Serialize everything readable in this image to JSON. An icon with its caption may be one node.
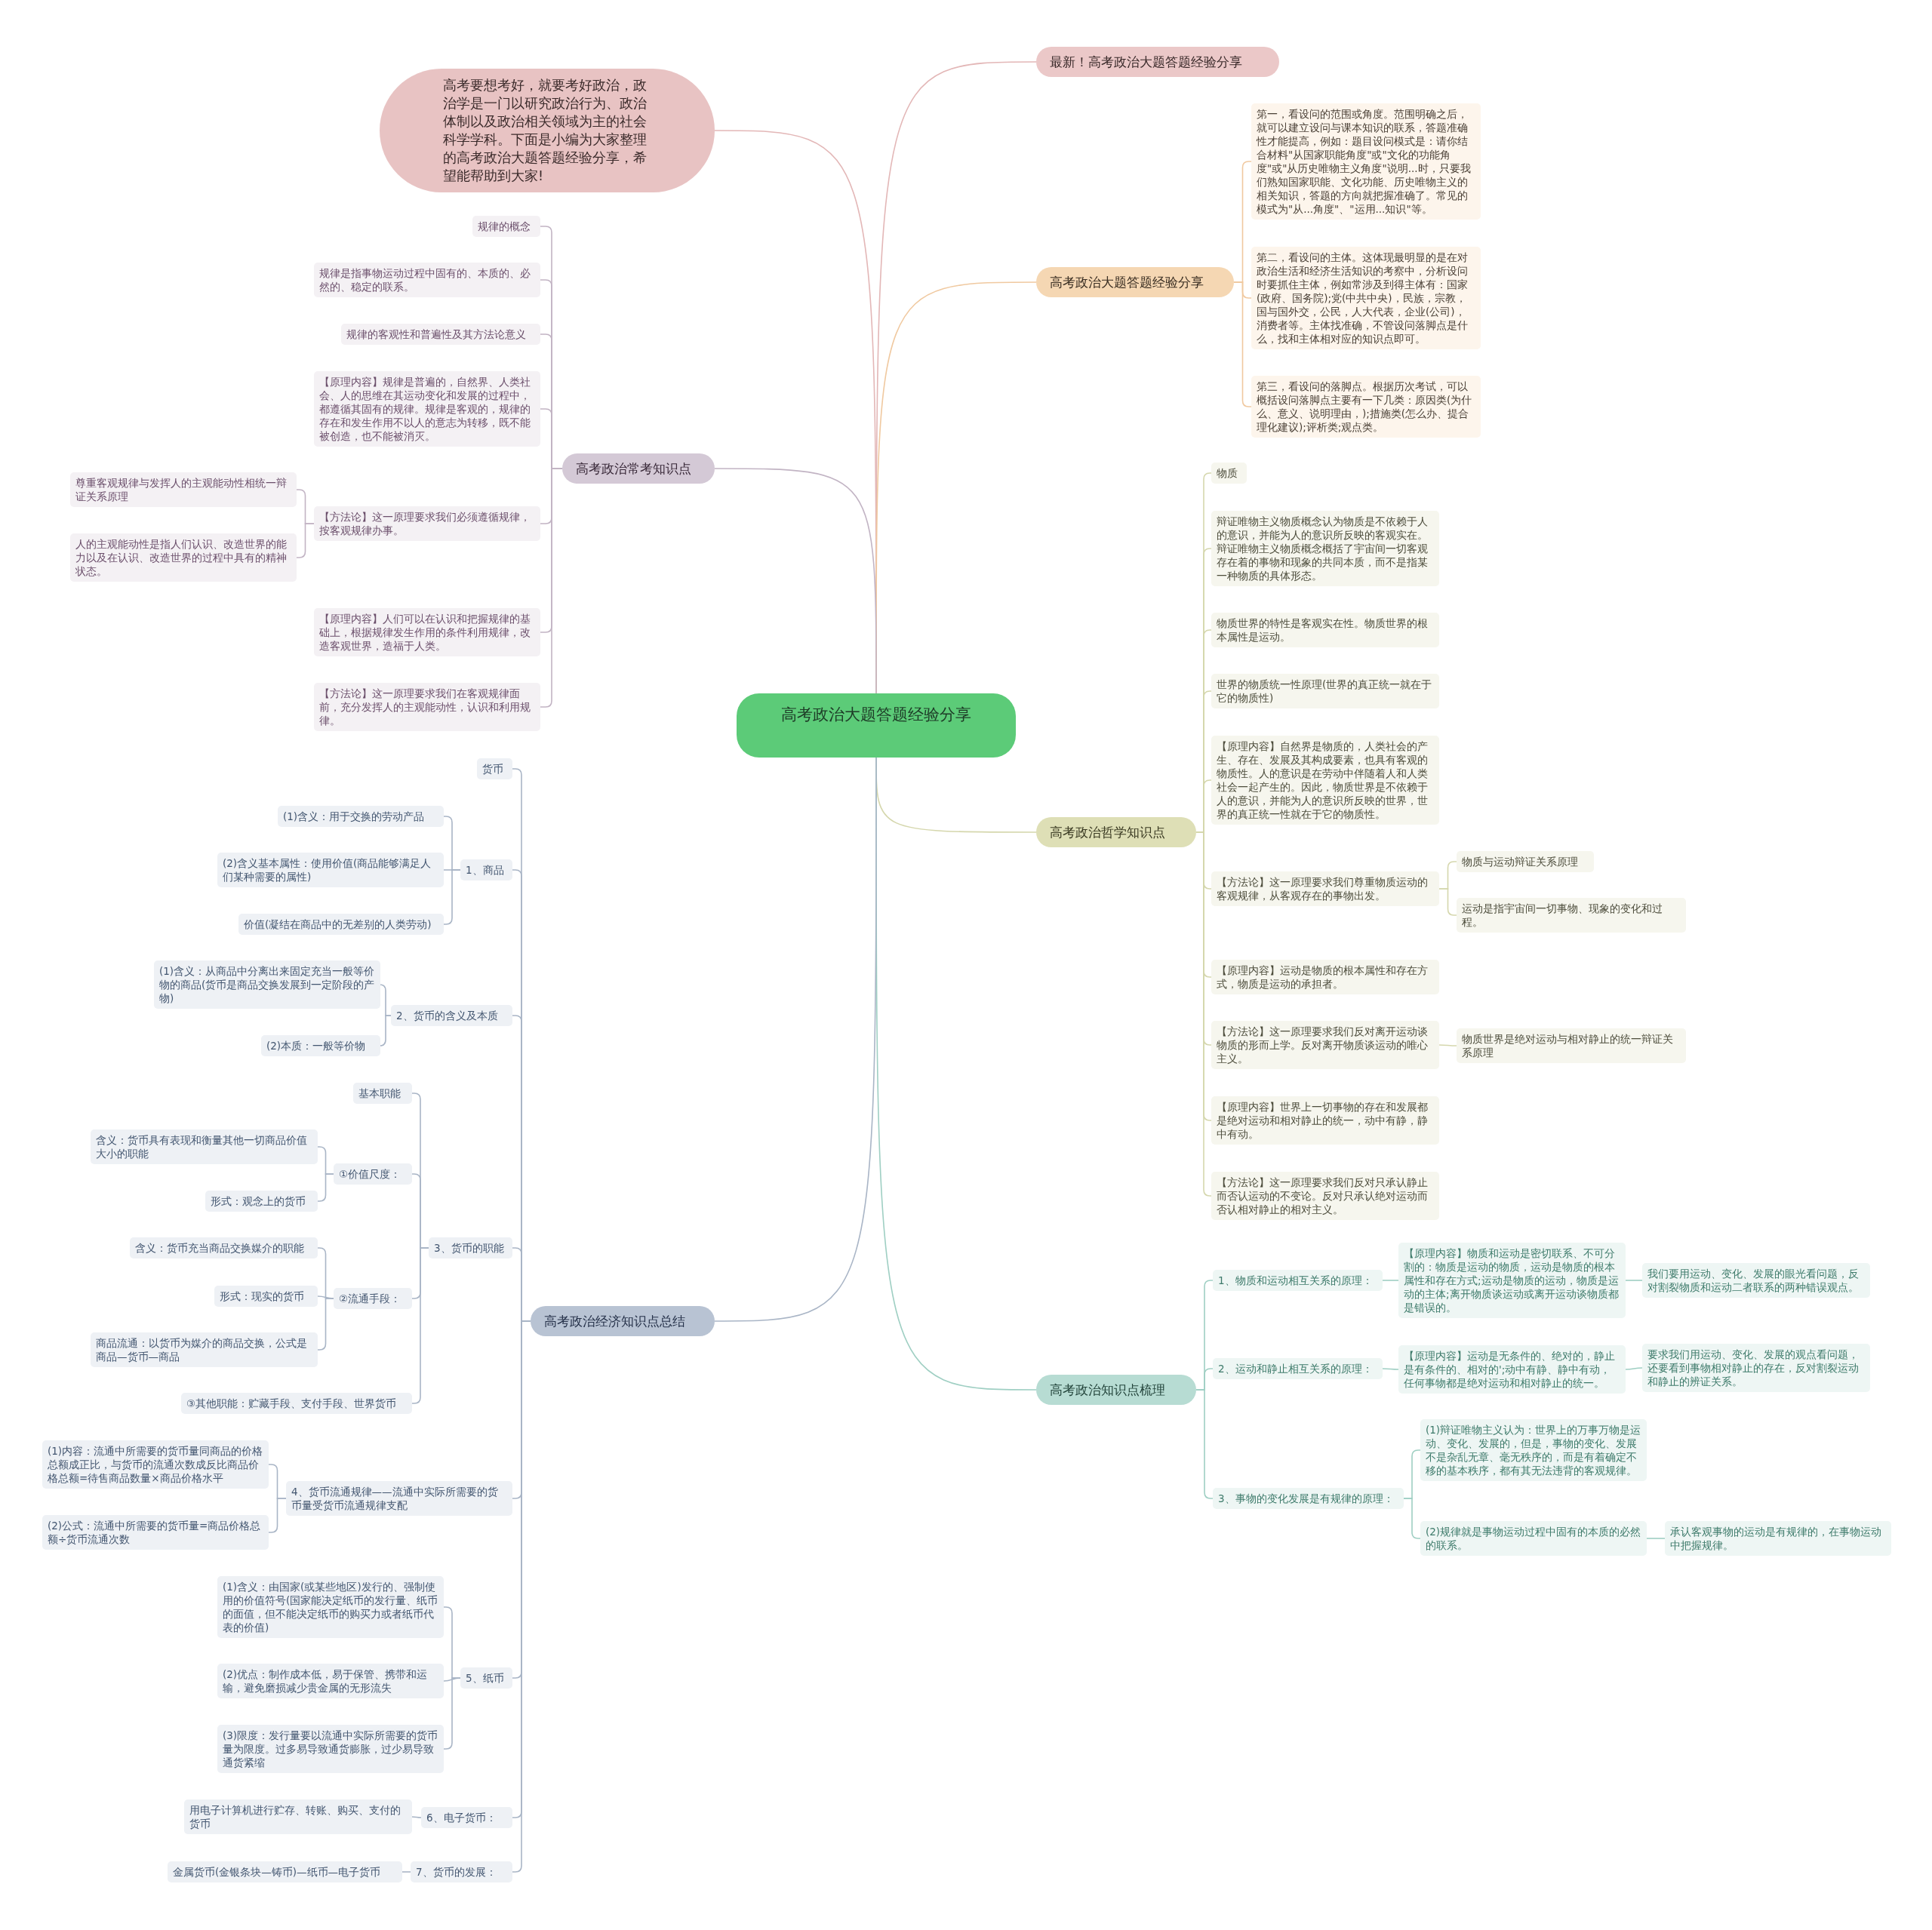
{
  "diagram": {
    "nodes": [
      {
        "text": [
          "高考政治大题答题经验分享"
        ]
      },
      {
        "text": [
          "高考要想考好，就要考好政治，政治学是一门以研究政治行为、政治体制以及政治相关领域为主的社会科学学科。下面是小编为大家整理的高考政治大题答题经验分享，希望能帮助到大家!"
        ]
      },
      {
        "text": [
          "最新！高考政治大题答题经验分享"
        ]
      },
      {
        "text": [
          "高考政治大题答题经验分享"
        ]
      },
      {
        "text": [
          "第一，看设问的范围或角度。范围明确之后，就可以建立设问与课本知识的联系，答题准确性才能提高，例如：题目设问模式是：请你结合材料\"从国家职能角度\"或\"文化的功能角度\"或\"从历史唯物主义角度\"说明...时，只要我们熟知国家职能、文化功能、历史唯物主义的相关知识，答题的方向就把握准确了。常见的模式为\"从...角度\"、\"运用...知识\"等。"
        ]
      },
      {
        "text": [
          "第二，看设问的主体。这体现最明显的是在对政治生活和经济生活知识的考察中，分析设问时要抓住主体，例如常涉及到得主体有：国家(政府、国务院);党(中共中央)，民族，宗教，国与国外交，公民，人大代表，企业(公司)，消费者等。主体找准确，不管设问落脚点是什么，找和主体相对应的知识点即可。"
        ]
      },
      {
        "text": [
          "第三，看设问的落脚点。根据历次考试，可以概括设问落脚点主要有一下几类：原因类(为什么、意义、说明理由，);措施类(怎么办、提合理化建议);评析类;观点类。"
        ]
      },
      {
        "text": [
          "高考政治哲学知识点"
        ]
      },
      {
        "text": [
          "物质"
        ]
      },
      {
        "text": [
          "辩证唯物主义物质概念认为物质是不依赖于人的意识，并能为人的意识所反映的客观实在。辩证唯物主义物质概念概括了宇宙间一切客观存在着的事物和现象的共同本质，而不是指某一种物质的具体形态。"
        ]
      },
      {
        "text": [
          "物质世界的特性是客观实在性。物质世界的根本属性是运动。"
        ]
      },
      {
        "text": [
          "世界的物质统一性原理(世界的真正统一就在于它的物质性)"
        ]
      },
      {
        "text": [
          "【原理内容】自然界是物质的，人类社会的产生、存在、发展及其构成要素，也具有客观的物质性。人的意识是在劳动中伴随着人和人类社会一起产生的。因此，物质世界是不依赖于人的意识，并能为人的意识所反映的世界，世界的真正统一性就在于它的物质性。"
        ]
      },
      {
        "text": [
          "【方法论】这一原理要求我们尊重物质运动的客观规律，从客观存在的事物出发。"
        ]
      },
      {
        "text": [
          "物质与运动辩证关系原理"
        ]
      },
      {
        "text": [
          "运动是指宇宙间一切事物、现象的变化和过程。"
        ]
      },
      {
        "text": [
          "【原理内容】运动是物质的根本属性和存在方式，物质是运动的承担者。"
        ]
      },
      {
        "text": [
          "【方法论】这一原理要求我们反对离开运动谈物质的形而上学。反对离开物质谈运动的唯心主义。"
        ]
      },
      {
        "text": [
          "物质世界是绝对运动与相对静止的统一辩证关系原理"
        ]
      },
      {
        "text": [
          "【原理内容】世界上一切事物的存在和发展都是绝对运动和相对静止的统一，动中有静，静中有动。"
        ]
      },
      {
        "text": [
          "【方法论】这一原理要求我们反对只承认静止而否认运动的不变论。反对只承认绝对运动而否认相对静止的相对主义。"
        ]
      },
      {
        "text": [
          "高考政治知识点梳理"
        ]
      },
      {
        "text": [
          "1、物质和运动相互关系的原理："
        ]
      },
      {
        "text": [
          "【原理内容】物质和运动是密切联系、不可分割的：物质是运动的物质，运动是物质的根本属性和存在方式;运动是物质的运动，物质是运动的主体;离开物质谈运动或离开运动谈物质都是错误的。"
        ]
      },
      {
        "text": [
          "我们要用运动、变化、发展的眼光看问题，反对割裂物质和运动二者联系的两种错误观点。"
        ]
      },
      {
        "text": [
          "2、运动和静止相互关系的原理："
        ]
      },
      {
        "text": [
          "【原理内容】运动是无条件的、绝对的，静止是有条件的、相对的';动中有静、静中有动，任何事物都是绝对运动和相对静止的统一。"
        ]
      },
      {
        "text": [
          "要求我们用运动、变化、发展的观点看问题，还要看到事物相对静止的存在，反对割裂运动和静止的辨证关系。"
        ]
      },
      {
        "text": [
          "3、事物的变化发展是有规律的原理："
        ]
      },
      {
        "text": [
          "(1)辩证唯物主义认为：世界上的万事万物是运动、变化、发展的，但是，事物的变化、发展不是杂乱无章、毫无秩序的，而是有着确定不移的基本秩序，都有其无法违背的客观规律。"
        ]
      },
      {
        "text": [
          "(2)规律就是事物运动过程中固有的本质的必然的联系。"
        ]
      },
      {
        "text": [
          "承认客观事物的运动是有规律的，在事物运动中把握规律。"
        ]
      },
      {
        "text": [
          "高考政治常考知识点"
        ]
      },
      {
        "text": [
          "规律的概念"
        ]
      },
      {
        "text": [
          "规律是指事物运动过程中固有的、本质的、必然的、稳定的联系。"
        ]
      },
      {
        "text": [
          "规律的客观性和普遍性及其方法论意义"
        ]
      },
      {
        "text": [
          "【原理内容】规律是普遍的，自然界、人类社会、人的思维在其运动变化和发展的过程中，都遵循其固有的规律。规律是客观的，规律的存在和发生作用不以人的意志为转移，既不能被创造，也不能被消灭。"
        ]
      },
      {
        "text": [
          "【方法论】这一原理要求我们必须遵循规律，按客观规律办事。"
        ]
      },
      {
        "text": [
          "尊重客观规律与发挥人的主观能动性相统一辩证关系原理"
        ]
      },
      {
        "text": [
          "人的主观能动性是指人们认识、改造世界的能力以及在认识、改造世界的过程中具有的精神状态。"
        ]
      },
      {
        "text": [
          "【原理内容】人们可以在认识和把握规律的基础上，根据规律发生作用的条件利用规律，改造客观世界，造福于人类。"
        ]
      },
      {
        "text": [
          "【方法论】这一原理要求我们在客观规律面前，充分发挥人的主观能动性，认识和利用规律。"
        ]
      },
      {
        "text": [
          "高考政治经济知识点总结"
        ]
      },
      {
        "text": [
          "货币"
        ]
      },
      {
        "text": [
          "1、商品"
        ]
      },
      {
        "text": [
          "(1)含义：用于交换的劳动产品"
        ]
      },
      {
        "text": [
          "(2)含义基本属性：使用价值(商品能够满足人们某种需要的属性)"
        ]
      },
      {
        "text": [
          "价值(凝结在商品中的无差别的人类劳动)"
        ]
      },
      {
        "text": [
          "2、货币的含义及本质"
        ]
      },
      {
        "text": [
          "(1)含义：从商品中分离出来固定充当一般等价物的商品(货币是商品交换发展到一定阶段的产物)"
        ]
      },
      {
        "text": [
          "(2)本质：一般等价物"
        ]
      },
      {
        "text": [
          "3、货币的职能"
        ]
      },
      {
        "text": [
          "基本职能"
        ]
      },
      {
        "text": [
          "①价值尺度："
        ]
      },
      {
        "text": [
          "含义：货币具有表现和衡量其他一切商品价值大小的职能"
        ]
      },
      {
        "text": [
          "形式：观念上的货币"
        ]
      },
      {
        "text": [
          "②流通手段："
        ]
      },
      {
        "text": [
          "含义：货币充当商品交换媒介的职能"
        ]
      },
      {
        "text": [
          "形式：现实的货币"
        ]
      },
      {
        "text": [
          "商品流通：以货币为媒介的商品交换，公式是商品—货币—商品"
        ]
      },
      {
        "text": [
          "③其他职能：贮藏手段、支付手段、世界货币"
        ]
      },
      {
        "text": [
          "4、货币流通规律——流通中实际所需要的货币量受货币流通规律支配"
        ]
      },
      {
        "text": [
          "(1)内容：流通中所需要的货币量同商品的价格总额成正比，与货币的流通次数成反比商品价格总额=待售商品数量×商品价格水平"
        ]
      },
      {
        "text": [
          "(2)公式：流通中所需要的货币量=商品价格总额÷货币流通次数"
        ]
      },
      {
        "text": [
          "5、纸币"
        ]
      },
      {
        "text": [
          "(1)含义：由国家(或某些地区)发行的、强制使用的价值符号(国家能决定纸币的发行量、纸币的面值，但不能决定纸币的购买力或者纸币代表的价值)"
        ]
      },
      {
        "text": [
          "(2)优点：制作成本低，易于保管、携带和运输，避免磨损减少贵金属的无形流失"
        ]
      },
      {
        "text": [
          "(3)限度：发行量要以流通中实际所需要的货币量为限度。过多易导致通货膨胀，过少易导致通货紧缩"
        ]
      },
      {
        "text": [
          "6、电子货币："
        ]
      },
      {
        "text": [
          "用电子计算机进行贮存、转账、购买、支付的货币"
        ]
      },
      {
        "text": [
          "7、货币的发展："
        ]
      },
      {
        "text": [
          "金属货币(金银条块—铸币)—纸币—电子货币"
        ]
      }
    ],
    "edges": [
      {
        "from": 0,
        "to": 1,
        "arrow": "none",
        "color": "#e3b7b7"
      },
      {
        "from": 0,
        "to": 2,
        "arrow": "none",
        "color": "#e3b7b7"
      },
      {
        "from": 0,
        "to": 3,
        "arrow": "none",
        "color": "#f0c9a0"
      },
      {
        "from": 3,
        "to": 4,
        "arrow": "none",
        "color": "#f0c9a0"
      },
      {
        "from": 3,
        "to": 5,
        "arrow": "none",
        "color": "#f0c9a0"
      },
      {
        "from": 3,
        "to": 6,
        "arrow": "none",
        "color": "#f0c9a0"
      },
      {
        "from": 0,
        "to": 7,
        "arrow": "none",
        "color": "#d5d7ad"
      },
      {
        "from": 7,
        "to": 8,
        "arrow": "none",
        "color": "#d5d7ad"
      },
      {
        "from": 7,
        "to": 9,
        "arrow": "none",
        "color": "#d5d7ad"
      },
      {
        "from": 7,
        "to": 10,
        "arrow": "none",
        "color": "#d5d7ad"
      },
      {
        "from": 7,
        "to": 11,
        "arrow": "none",
        "color": "#d5d7ad"
      },
      {
        "from": 7,
        "to": 12,
        "arrow": "none",
        "color": "#d5d7ad"
      },
      {
        "from": 7,
        "to": 13,
        "arrow": "none",
        "color": "#d5d7ad"
      },
      {
        "from": 13,
        "to": 14,
        "arrow": "none",
        "color": "#d5d7ad"
      },
      {
        "from": 13,
        "to": 15,
        "arrow": "none",
        "color": "#d5d7ad"
      },
      {
        "from": 7,
        "to": 16,
        "arrow": "none",
        "color": "#d5d7ad"
      },
      {
        "from": 7,
        "to": 17,
        "arrow": "none",
        "color": "#d5d7ad"
      },
      {
        "from": 17,
        "to": 18,
        "arrow": "none",
        "color": "#d5d7ad"
      },
      {
        "from": 7,
        "to": 19,
        "arrow": "none",
        "color": "#d5d7ad"
      },
      {
        "from": 7,
        "to": 20,
        "arrow": "none",
        "color": "#d5d7ad"
      },
      {
        "from": 0,
        "to": 21,
        "arrow": "none",
        "color": "#9fcfc3"
      },
      {
        "from": 21,
        "to": 22,
        "arrow": "none",
        "color": "#9fcfc3"
      },
      {
        "from": 22,
        "to": 23,
        "arrow": "none",
        "color": "#9fcfc3"
      },
      {
        "from": 23,
        "to": 24,
        "arrow": "none",
        "color": "#9fcfc3"
      },
      {
        "from": 21,
        "to": 25,
        "arrow": "none",
        "color": "#9fcfc3"
      },
      {
        "from": 25,
        "to": 26,
        "arrow": "none",
        "color": "#9fcfc3"
      },
      {
        "from": 26,
        "to": 27,
        "arrow": "none",
        "color": "#9fcfc3"
      },
      {
        "from": 21,
        "to": 28,
        "arrow": "none",
        "color": "#9fcfc3"
      },
      {
        "from": 28,
        "to": 29,
        "arrow": "none",
        "color": "#9fcfc3"
      },
      {
        "from": 28,
        "to": 30,
        "arrow": "none",
        "color": "#9fcfc3"
      },
      {
        "from": 30,
        "to": 31,
        "arrow": "none",
        "color": "#9fcfc3"
      },
      {
        "from": 0,
        "to": 32,
        "arrow": "none",
        "color": "#c2b4c4"
      },
      {
        "from": 32,
        "to": 33,
        "arrow": "none",
        "color": "#c2b4c4"
      },
      {
        "from": 32,
        "to": 34,
        "arrow": "none",
        "color": "#c2b4c4"
      },
      {
        "from": 32,
        "to": 35,
        "arrow": "none",
        "color": "#c2b4c4"
      },
      {
        "from": 32,
        "to": 36,
        "arrow": "none",
        "color": "#c2b4c4"
      },
      {
        "from": 32,
        "to": 37,
        "arrow": "none",
        "color": "#c2b4c4"
      },
      {
        "from": 37,
        "to": 38,
        "arrow": "none",
        "color": "#c2b4c4"
      },
      {
        "from": 37,
        "to": 39,
        "arrow": "none",
        "color": "#c2b4c4"
      },
      {
        "from": 32,
        "to": 40,
        "arrow": "none",
        "color": "#c2b4c4"
      },
      {
        "from": 32,
        "to": 41,
        "arrow": "none",
        "color": "#c2b4c4"
      },
      {
        "from": 0,
        "to": 42,
        "arrow": "none",
        "color": "#a9b5c6"
      },
      {
        "from": 42,
        "to": 43,
        "arrow": "none",
        "color": "#a9b5c6"
      },
      {
        "from": 42,
        "to": 44,
        "arrow": "none",
        "color": "#a9b5c6"
      },
      {
        "from": 44,
        "to": 45,
        "arrow": "none",
        "color": "#a9b5c6"
      },
      {
        "from": 44,
        "to": 46,
        "arrow": "none",
        "color": "#a9b5c6"
      },
      {
        "from": 44,
        "to": 47,
        "arrow": "none",
        "color": "#a9b5c6"
      },
      {
        "from": 42,
        "to": 48,
        "arrow": "none",
        "color": "#a9b5c6"
      },
      {
        "from": 48,
        "to": 49,
        "arrow": "none",
        "color": "#a9b5c6"
      },
      {
        "from": 48,
        "to": 50,
        "arrow": "none",
        "color": "#a9b5c6"
      },
      {
        "from": 42,
        "to": 51,
        "arrow": "none",
        "color": "#a9b5c6"
      },
      {
        "from": 51,
        "to": 52,
        "arrow": "none",
        "color": "#a9b5c6"
      },
      {
        "from": 51,
        "to": 53,
        "arrow": "none",
        "color": "#a9b5c6"
      },
      {
        "from": 53,
        "to": 54,
        "arrow": "none",
        "color": "#a9b5c6"
      },
      {
        "from": 53,
        "to": 55,
        "arrow": "none",
        "color": "#a9b5c6"
      },
      {
        "from": 51,
        "to": 56,
        "arrow": "none",
        "color": "#a9b5c6"
      },
      {
        "from": 56,
        "to": 57,
        "arrow": "none",
        "color": "#a9b5c6"
      },
      {
        "from": 56,
        "to": 58,
        "arrow": "none",
        "color": "#a9b5c6"
      },
      {
        "from": 56,
        "to": 59,
        "arrow": "none",
        "color": "#a9b5c6"
      },
      {
        "from": 51,
        "to": 60,
        "arrow": "none",
        "color": "#a9b5c6"
      },
      {
        "from": 42,
        "to": 61,
        "arrow": "none",
        "color": "#a9b5c6"
      },
      {
        "from": 61,
        "to": 62,
        "arrow": "none",
        "color": "#a9b5c6"
      },
      {
        "from": 61,
        "to": 63,
        "arrow": "none",
        "color": "#a9b5c6"
      },
      {
        "from": 42,
        "to": 64,
        "arrow": "none",
        "color": "#a9b5c6"
      },
      {
        "from": 64,
        "to": 65,
        "arrow": "none",
        "color": "#a9b5c6"
      },
      {
        "from": 64,
        "to": 66,
        "arrow": "none",
        "color": "#a9b5c6"
      },
      {
        "from": 64,
        "to": 67,
        "arrow": "none",
        "color": "#a9b5c6"
      },
      {
        "from": 42,
        "to": 68,
        "arrow": "none",
        "color": "#a9b5c6"
      },
      {
        "from": 68,
        "to": 69,
        "arrow": "none",
        "color": "#a9b5c6"
      },
      {
        "from": 42,
        "to": 70,
        "arrow": "none",
        "color": "#a9b5c6"
      },
      {
        "from": 70,
        "to": 71,
        "arrow": "none",
        "color": "#a9b5c6"
      }
    ]
  }
}
